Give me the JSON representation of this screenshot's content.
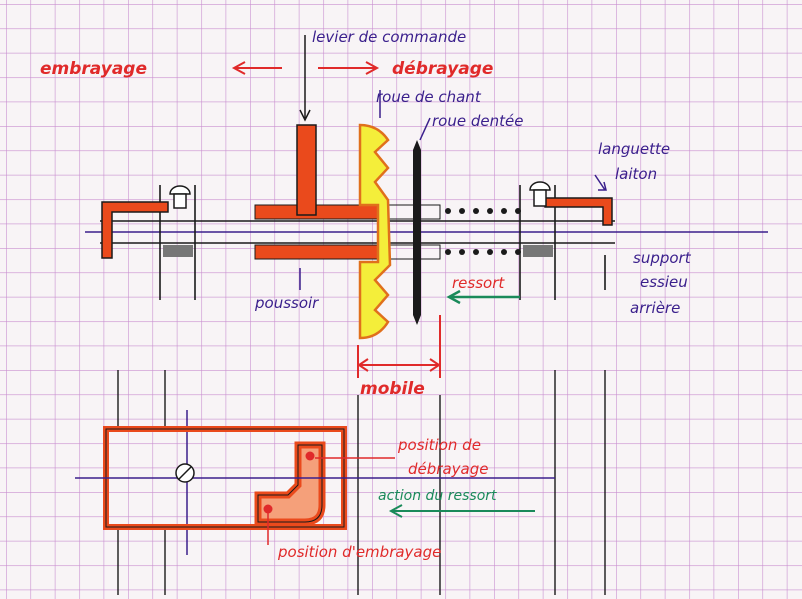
{
  "title": "Embrayage / débrayage - mécanisme",
  "colors": {
    "grid": "#c98fd0",
    "ink": "#3a1f8c",
    "orange": "#ea4a1c",
    "red": "#e02a2a",
    "yellow": "#f4ee3a",
    "green": "#1a8a5a",
    "black": "#1a1a1a"
  },
  "labels": {
    "levier": "levier de commande",
    "embrayage": "embrayage",
    "debrayage": "débrayage",
    "roue_chant": "roue de chant",
    "roue_dentee": "roue dentée",
    "languette": "languette",
    "laiton": "laiton",
    "support": "support",
    "essieu": "essieu",
    "arriere": "arrière",
    "ressort": "ressort",
    "poussoir": "poussoir",
    "mobile": "mobile",
    "position_de": "position de",
    "debrayage2": "débrayage",
    "action_ressort": "action du ressort",
    "position_embrayage": "position d'embrayage"
  }
}
